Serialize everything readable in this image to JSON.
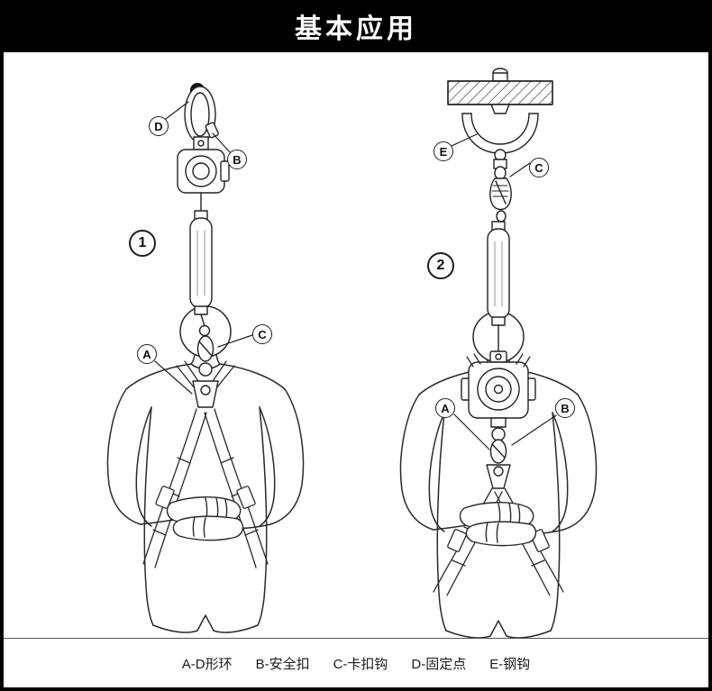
{
  "header": {
    "title": "基本应用"
  },
  "figure1": {
    "number": "1",
    "label_d": "D",
    "label_b": "B",
    "label_c": "C",
    "label_a": "A"
  },
  "figure2": {
    "number": "2",
    "label_e": "E",
    "label_c": "C",
    "label_a": "A",
    "label_b": "B"
  },
  "legend": {
    "items": [
      "A-D形环",
      "B-安全扣",
      "C-卡扣钩",
      "D-固定点",
      "E-钢钩"
    ]
  }
}
